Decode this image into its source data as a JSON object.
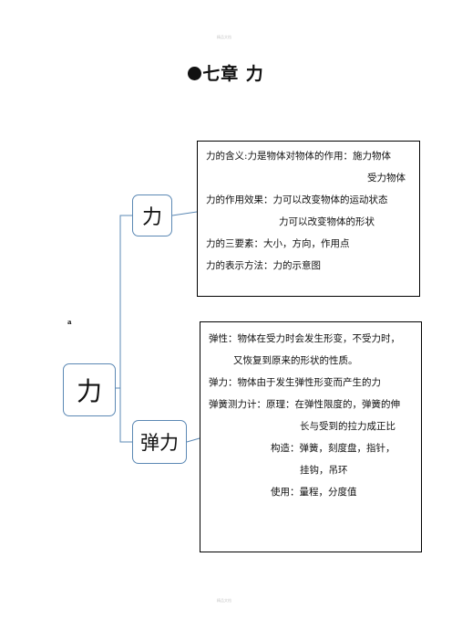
{
  "watermark_top": "精品文档",
  "watermark_bottom": "精品文档",
  "stray_mark": "a",
  "title": "七章 力",
  "root": "力",
  "branches": [
    {
      "label": "力",
      "lines": [
        "力的含义:力是物体对物体的作用：施力物体",
        "受力物体",
        "力的作用效果：力可以改变物体的运动状态",
        "力可以改变物体的形状",
        "力的三要素：大小，方向，作用点",
        "力的表示方法：力的示意图"
      ]
    },
    {
      "label": "弹力",
      "lines": [
        "弹性：物体在受力时会发生形变，不受力时，",
        "又恢复到原来的形状的性质。",
        "弹力：物体由于发生弹性形变而产生的力",
        "弹簧测力计：原理：在弹性限度的，弹簧的伸",
        "长与受到的拉力成正比",
        "构造：弹簧，刻度盘，指针，",
        "挂钩，吊环",
        "使用：量程，分度值"
      ]
    }
  ],
  "colors": {
    "node_border": "#5b88b4",
    "connector": "#5b88b4",
    "box_border": "#000000"
  }
}
